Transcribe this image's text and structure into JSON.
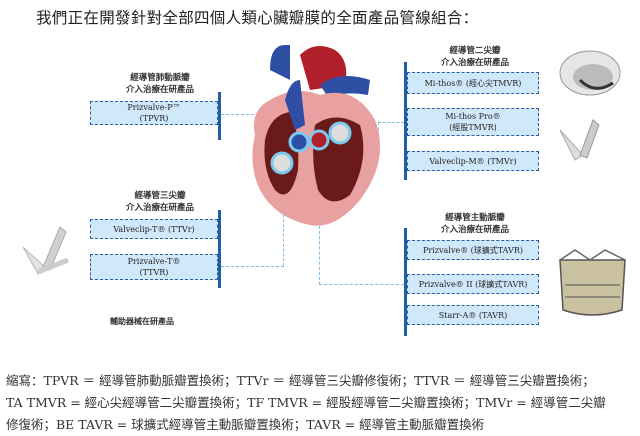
{
  "title": "我們正在開發針對全部四個人類心臟瓣膜的全面產品管線組合：",
  "groups": {
    "pulmonary": {
      "title_line1": "經導管肺動脈瓣",
      "title_line2": "介入治療在研產品",
      "products": [
        {
          "line1": "Prizvalve-P™",
          "line2": "(TPVR)"
        }
      ]
    },
    "tricuspid": {
      "title_line1": "經導管三尖瓣",
      "title_line2": "介入治療在研產品",
      "products": [
        {
          "line1": "Valveclip-T® (TTVr)",
          "line2": ""
        },
        {
          "line1": "Prizvalve-T®",
          "line2": "(TTVR)"
        }
      ]
    },
    "mitral": {
      "title_line1": "經導管二尖瓣",
      "title_line2": "介入治療在研產品",
      "products": [
        {
          "line1": "Mi-thos® (經心尖TMVR)",
          "line2": ""
        },
        {
          "line1": "Mi-thos Pro®",
          "line2": "(經股TMVR)"
        },
        {
          "line1": "Valveclip-M® (TMVr)",
          "line2": ""
        }
      ]
    },
    "aortic": {
      "title_line1": "經導管主動脈瓣",
      "title_line2": "介入治療在研產品",
      "products": [
        {
          "line1": "Prizvalve® (球擴式TAVR)",
          "line2": ""
        },
        {
          "line1": "Prizvalve® II (球擴式TAVR)",
          "line2": ""
        },
        {
          "line1": "Starr-A® (TAVR)",
          "line2": ""
        }
      ]
    }
  },
  "accessory_note": "輔助器械在研產品",
  "abbreviations": {
    "line1": "縮寫：TPVR ＝ 經導管肺動脈瓣置換術；TTVr ＝ 經導管三尖瓣修復術；TTVR ＝ 經導管三尖瓣置換術；",
    "line2": "TA TMVR = 經心尖經導管二尖瓣置換術；TF TMVR = 經股經導管二尖瓣置換術；TMVr = 經導管二尖瓣",
    "line3": "修復術；BE TAVR = 球擴式經導管主動脈瓣置換術；TAVR = 經導管主動脈瓣置換術"
  },
  "colors": {
    "box_fill": "#cfe8fa",
    "box_border": "#2a5fa0",
    "bar": "#1f5fa8",
    "connector": "#7fbde6",
    "valve_ring": "#7cc8ef"
  }
}
